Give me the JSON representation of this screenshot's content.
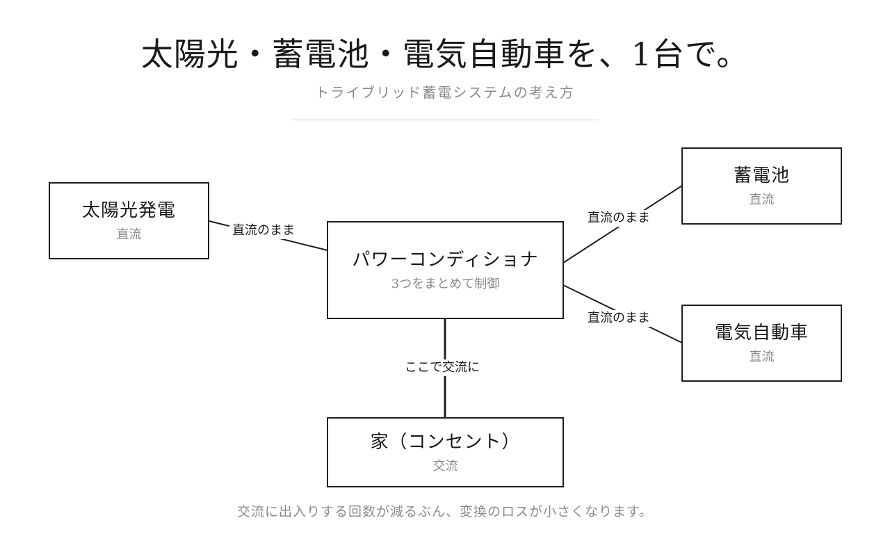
{
  "header": {
    "title": "太陽光・蓄電池・電気自動車を、1台で。",
    "subtitle": "トライブリッド蓄電システムの考え方"
  },
  "diagram": {
    "nodes": {
      "solar": {
        "title": "太陽光発電",
        "sub": "直流"
      },
      "conditioner": {
        "title": "パワーコンディショナ",
        "sub": "3つをまとめて制御"
      },
      "battery": {
        "title": "蓄電池",
        "sub": "直流"
      },
      "ev": {
        "title": "電気自動車",
        "sub": "直流"
      },
      "home": {
        "title": "家（コンセント）",
        "sub": "交流"
      }
    },
    "edges": {
      "solar_to_conditioner": "直流のまま",
      "conditioner_to_battery": "直流のまま",
      "conditioner_to_ev": "直流のまま",
      "conditioner_to_home": "ここで交流に"
    }
  },
  "footer": {
    "note": "交流に出入りする回数が減るぶん、変換のロスが小さくなります。"
  },
  "colors": {
    "line": "#1f1f1f",
    "muted_text": "#8a8a8a"
  }
}
